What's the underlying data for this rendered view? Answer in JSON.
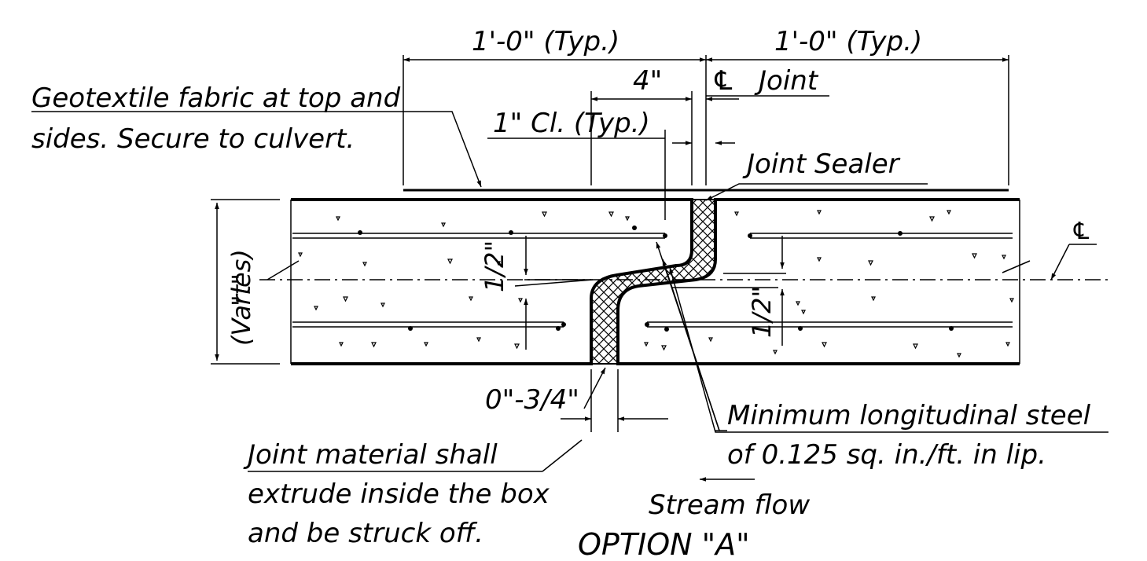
{
  "title": "OPTION \"A\"",
  "dimensions": {
    "left_typ": "1'-0\" (Typ.)",
    "right_typ": "1'-0\" (Typ.)",
    "four_inch": "4\"",
    "clear_typ": "1\" Cl. (Typ.)",
    "half_left": "1/2\"",
    "half_right": "1/2\"",
    "gap": "0\"-3/4\"",
    "thickness_t": "\"t\"",
    "thickness_varies": "(Varies)"
  },
  "labels": {
    "geotextile_line1": "Geotextile fabric at top and",
    "geotextile_line2": "sides.  Secure to culvert.",
    "cl_joint": "Joint",
    "joint_sealer": "Joint Sealer",
    "min_steel_line1": "Minimum  longitudinal steel",
    "min_steel_line2": "of 0.125  sq. in./ft.  in lip.",
    "joint_material_line1": "Joint material shall",
    "joint_material_line2": "extrude inside the box",
    "joint_material_line3": "and be struck off.",
    "stream_flow": "Stream  flow"
  },
  "symbols": {
    "centerline": "℄"
  }
}
